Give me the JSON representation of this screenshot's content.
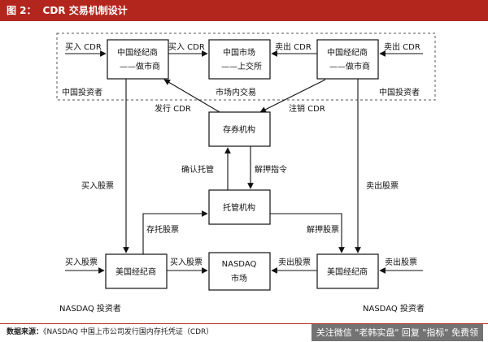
{
  "header": {
    "figure_no": "图 2：",
    "title": "CDR 交易机制设计"
  },
  "nodes": {
    "cn_broker_left_l1": "中国经纪商",
    "cn_broker_left_l2": "——做市商",
    "cn_market_l1": "中国市场",
    "cn_market_l2": "——上交所",
    "cn_broker_right_l1": "中国经纪商",
    "cn_broker_right_l2": "——做市商",
    "depositary": "存券机构",
    "custodian": "托管机构",
    "us_broker_left": "美国经纪商",
    "nasdaq_l1": "NASDAQ",
    "nasdaq_l2": "市场",
    "us_broker_right": "美国经纪商"
  },
  "labels": {
    "buy_cdr_1": "买入 CDR",
    "buy_cdr_2": "买入 CDR",
    "sell_cdr_1": "卖出 CDR",
    "sell_cdr_2": "卖出 CDR",
    "cn_investor_left": "中国投资者",
    "in_market_trade": "市场内交易",
    "cn_investor_right": "中国投资者",
    "issue_cdr": "发行 CDR",
    "cancel_cdr": "注销 CDR",
    "confirm_custody": "确认托管",
    "release_order": "解押指令",
    "buy_stock_left": "买入股票",
    "sell_stock_right": "卖出股票",
    "deposit_stock": "存托股票",
    "release_stock": "解押股票",
    "buy_stock_1": "买入股票",
    "buy_stock_2": "买入股票",
    "sell_stock_1": "卖出股票",
    "sell_stock_2": "卖出股票",
    "nasdaq_investor_left": "NASDAQ 投资者",
    "nasdaq_investor_right": "NASDAQ 投资者"
  },
  "footer": {
    "source_label": "数据来源：",
    "source_text": "《NASDAQ 中国上市公司发行国内存托凭证（CDR）",
    "watermark": "关注微信 \"老韩实盘\" 回复 \"指标\" 免费领"
  },
  "colors": {
    "accent": "#b3261e"
  }
}
